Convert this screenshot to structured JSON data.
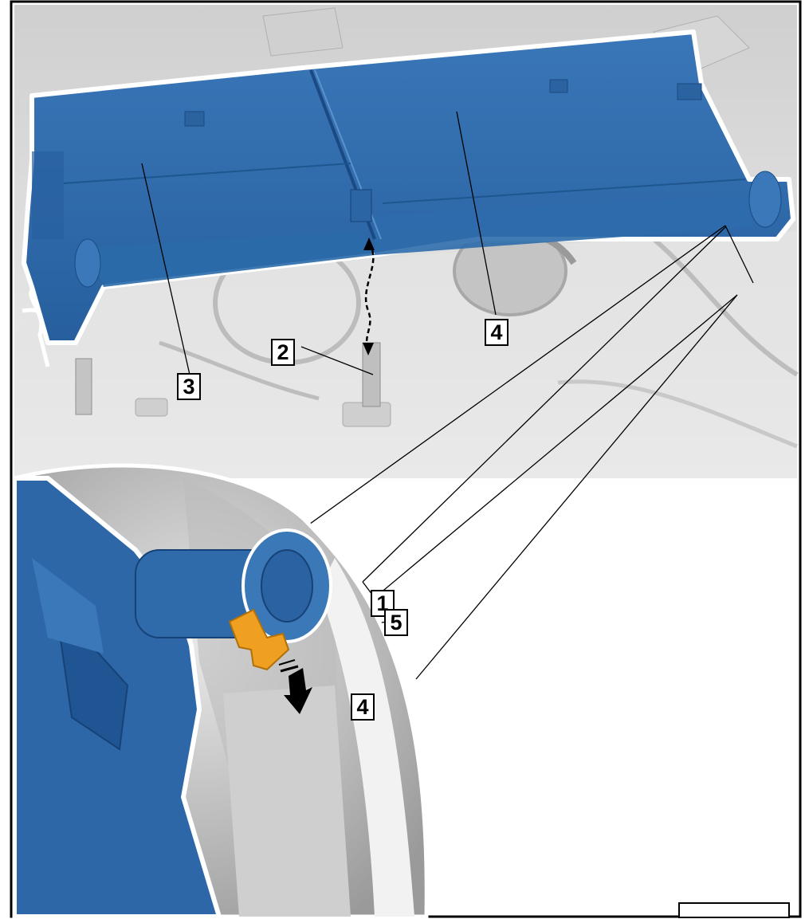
{
  "figure": {
    "callouts": [
      {
        "id": "c1",
        "label": "1"
      },
      {
        "id": "c2",
        "label": "2"
      },
      {
        "id": "c3",
        "label": "3"
      },
      {
        "id": "c4a",
        "label": "4"
      },
      {
        "id": "c4b",
        "label": "4"
      },
      {
        "id": "c5",
        "label": "5"
      }
    ],
    "colors": {
      "seat_blue": "#3068a8",
      "seat_blue_dark": "#1e4f8c",
      "latch_orange": "#f0a020",
      "body_grey": "#d8d8d8"
    }
  }
}
